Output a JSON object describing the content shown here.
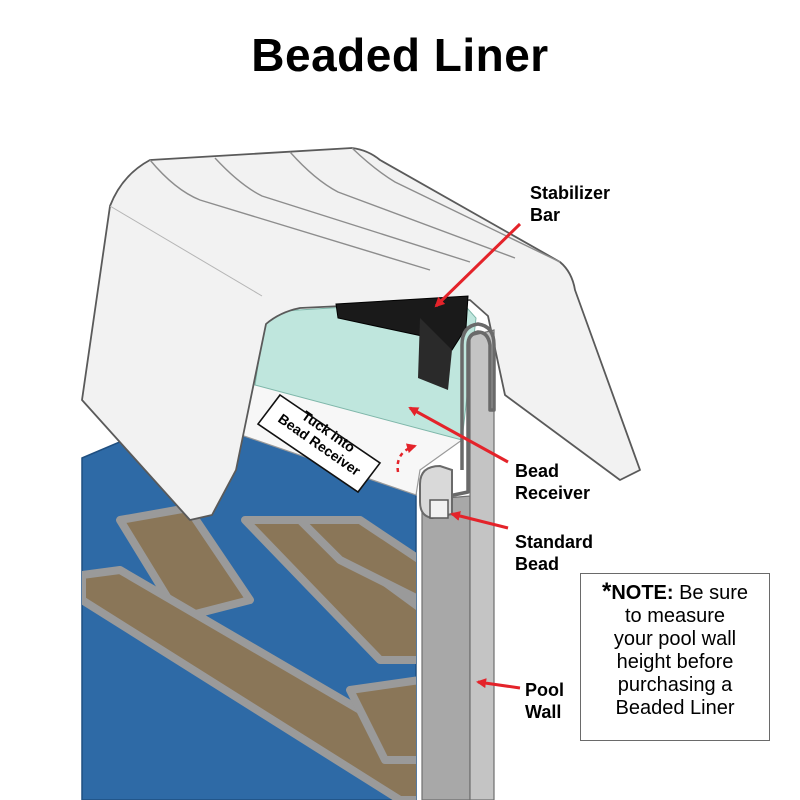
{
  "title": "Beaded Liner",
  "labels": {
    "stabilizer_bar": "Stabilizer\nBar",
    "bead_receiver": "Bead\nReceiver",
    "standard_bead": "Standard\nBead",
    "pool_wall": "Pool\nWall",
    "tuck": "Tuck into\nBead Receiver"
  },
  "note": {
    "star": "*",
    "head": "NOTE:",
    "line1": "Be sure",
    "line2": "to measure",
    "line3": "your pool wall",
    "line4": "height before",
    "line5": "purchasing a",
    "line6": "Beaded Liner"
  },
  "colors": {
    "liner_blue": "#2e6aa6",
    "liner_tan": "#8a7658",
    "cap_white": "#f2f2f2",
    "receiver_aqua": "#bfe6dd",
    "wall_gray": "#a8a8a8",
    "arrow_red": "#e4232a",
    "stabilizer_black": "#1a1a1a"
  }
}
